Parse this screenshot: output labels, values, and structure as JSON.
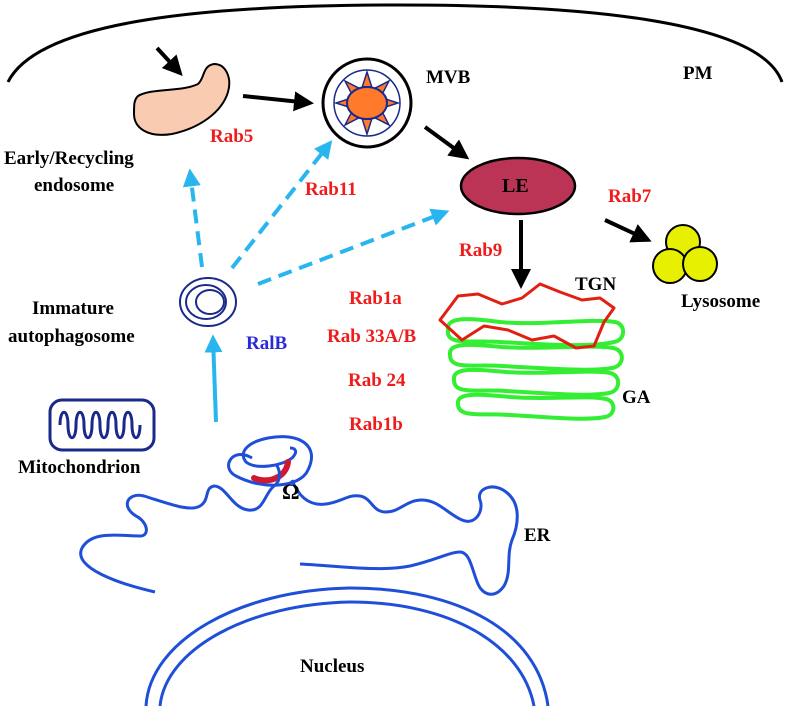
{
  "labels": {
    "pm": "PM",
    "mvb": "MVB",
    "early_recycling_line1": "Early/Recycling",
    "early_recycling_line2": "endosome",
    "le": "LE",
    "tgn": "TGN",
    "lysosome": "Lysosome",
    "immature_line1": "Immature",
    "immature_line2": "autophagosome",
    "ga": "GA",
    "mitochondrion": "Mitochondrion",
    "omega": "Ω",
    "er": "ER",
    "nucleus": "Nucleus"
  },
  "rabs": {
    "rab5": "Rab5",
    "rab11": "Rab11",
    "rab7": "Rab7",
    "rab9": "Rab9",
    "rab1a": "Rab1a",
    "rab33": "Rab 33A/B",
    "rab24": "Rab 24",
    "rab1b": "Rab1b",
    "ralb": "RalB"
  },
  "colors": {
    "rab_red": "#ee1c1c",
    "ralb_blue": "#2a2ad8",
    "arrow_cyan": "#29b6ee",
    "membrane_blue": "#1f4fd8",
    "golgi_green": "#33ee33",
    "tgn_red": "#e02010",
    "le_fill": "#bb3355",
    "lysosome_fill": "#e6f000",
    "endosome_fill": "#f9cbb0",
    "mvb_core": "#ff7a2a"
  }
}
